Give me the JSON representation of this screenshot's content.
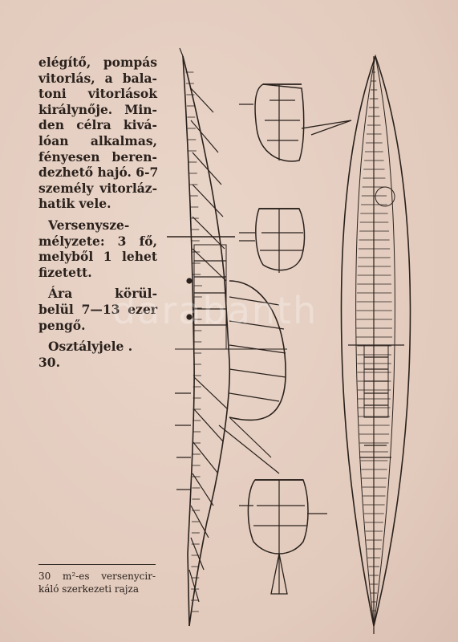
{
  "body_text": {
    "para1_lines": [
      "elégítő, pompás",
      "vitorlás, a bala-",
      "toni vitorlások",
      "királynője. Min-",
      "den célra kivá-",
      "lóan alkalmas,",
      "fényesen beren-",
      "dezhető hajó. 6-7",
      "személy vitorláz-",
      "hatik vele."
    ],
    "para2_lines": [
      "Versenysze-",
      "mélyzete: 3 fő,",
      "melyből 1 lehet",
      "fizetett."
    ],
    "para3_lines": [
      "Ára körül-",
      "belül 7—13 ezer",
      "pengő."
    ],
    "para4_lines": [
      "Osztályjele .",
      "30."
    ]
  },
  "caption": {
    "line1": "30 m²-es versenycir-",
    "line2": "káló szerkezeti rajza"
  },
  "watermark": "darabanth"
}
